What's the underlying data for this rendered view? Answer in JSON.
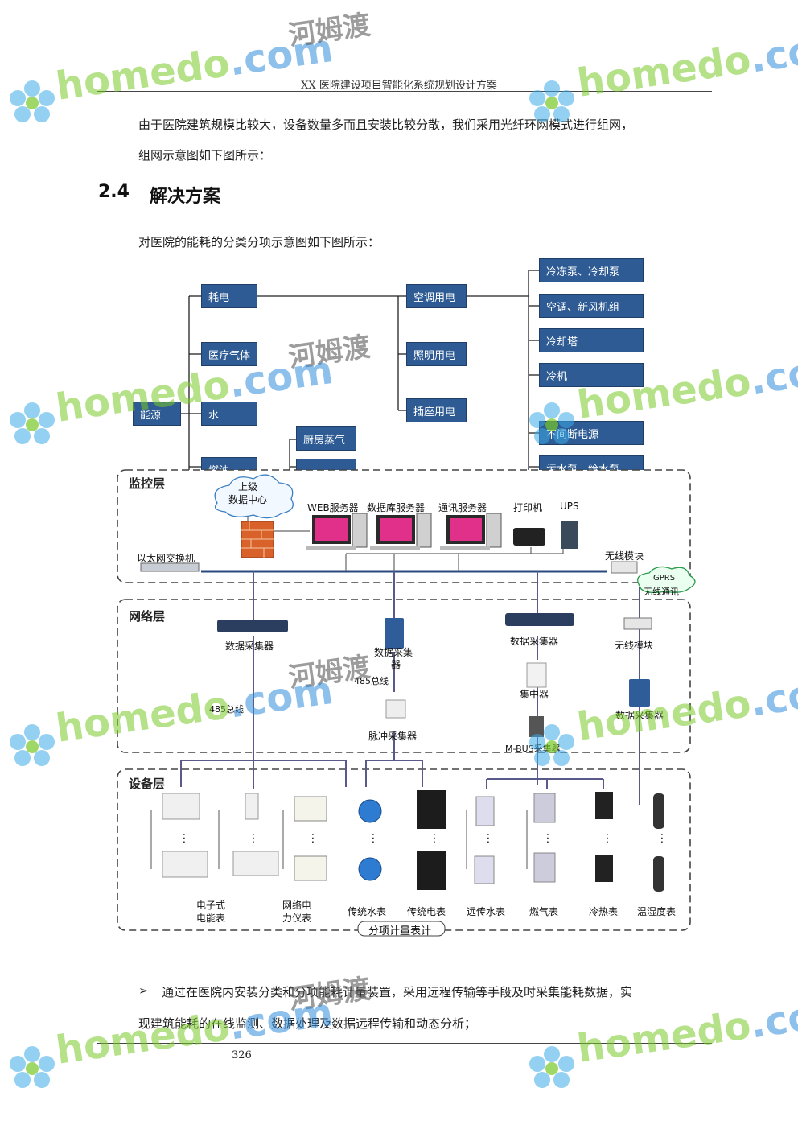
{
  "header": {
    "title": "XX 医院建设项目智能化系统规划设计方案"
  },
  "paragraphs": {
    "p1_line1": "由于医院建筑规模比较大，设备数量多而且安装比较分散，我们采用光纤环网模式进行组网，",
    "p1_line2": "组网示意图如下图所示：",
    "section_heading_num": "2.4",
    "section_heading_text": "解决方案",
    "p2": "对医院的能耗的分类分项示意图如下图所示：",
    "bullet_line1": "通过在医院内安装分类和分项能耗计量装置，采用远程传输等手段及时采集能耗数据，实",
    "bullet_line2": "现建筑能耗的在线监测、数据处理及数据远程传输和动态分析；",
    "bullet_glyph": "➢"
  },
  "tree": {
    "root": "能源",
    "level1": [
      "耗电",
      "医疗气体",
      "水",
      "燃油"
    ],
    "level2_power": [
      "空调用电",
      "照明用电",
      "插座用电"
    ],
    "level2_other": [
      "厨房蒸气"
    ],
    "level3": [
      "冷冻泵、冷却泵",
      "空调、新风机组",
      "冷却塔",
      "冷机",
      "不间断电源",
      "污水泵、给水泵"
    ]
  },
  "network": {
    "monitor_layer": "监控层",
    "network_layer": "网络层",
    "device_layer": "设备层",
    "cloud_top": "上级\n数据中心",
    "cloud_top_l1": "上级",
    "cloud_top_l2": "数据中心",
    "servers": [
      "WEB服务器",
      "数据库服务器",
      "通讯服务器",
      "打印机",
      "UPS"
    ],
    "switch": "以太网交换机",
    "wireless_top": "无线模块",
    "gprs_l1": "GPRS",
    "gprs_l2": "无线通讯",
    "collector1": "数据采集器",
    "collector2_l1": "数据采集",
    "collector2_l2": "器",
    "bus485_a": "485总线",
    "bus485_b": "485总线",
    "pulse": "脉冲采集器",
    "collector3": "数据采集器",
    "concentrator": "集中器",
    "mbus": "M-BUS采集器",
    "wireless_mid": "无线模块",
    "collector4": "数据采集器",
    "devices": [
      {
        "l1": "电子式",
        "l2": "电能表"
      },
      {
        "l1": "网络电",
        "l2": "力仪表"
      },
      {
        "l1": "传统水表",
        "l2": ""
      },
      {
        "l1": "传统电表",
        "l2": ""
      },
      {
        "l1": "远传水表",
        "l2": ""
      },
      {
        "l1": "燃气表",
        "l2": ""
      },
      {
        "l1": "冷热表",
        "l2": ""
      },
      {
        "l1": "温湿度表",
        "l2": ""
      }
    ],
    "caption": "分项计量表计",
    "dots": "⋮"
  },
  "footer": {
    "page_number": "326"
  },
  "watermark": {
    "en": "homedo",
    "dotcom": ".com",
    "cn": "河姆渡"
  },
  "colors": {
    "box_blue": "#2e5b93",
    "wm_green": "#78c828",
    "wm_blue": "#328cdc"
  }
}
